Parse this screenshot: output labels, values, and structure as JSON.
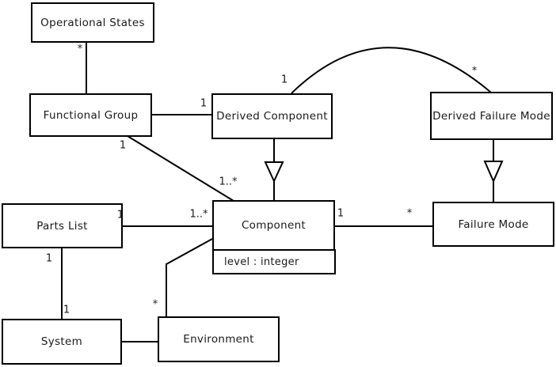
{
  "diagram": {
    "type": "uml-class-diagram",
    "background_color": "#ffffff",
    "line_color": "#000000",
    "box_fill": "#ffffff",
    "text_color": "#1a1a1a"
  },
  "classes": [
    {
      "name": "Operational States"
    },
    {
      "name": "Functional Group"
    },
    {
      "name": "Derived Component"
    },
    {
      "name": "Derived Failure Mode"
    },
    {
      "name": "Parts List"
    },
    {
      "name": "Component",
      "attributes": [
        "level : integer"
      ]
    },
    {
      "name": "Failure Mode"
    },
    {
      "name": "System"
    },
    {
      "name": "Environment"
    }
  ],
  "multiplicity_labels": [
    {
      "text": "*",
      "edge": "operational-states to functional-group",
      "near": "Operational States"
    },
    {
      "text": "1",
      "edge": "functional-group to derived-component",
      "near": "Derived Component"
    },
    {
      "text": "1",
      "edge": "functional-group to component",
      "near": "Functional Group"
    },
    {
      "text": "1..*",
      "edge": "functional-group to component",
      "near": "Component"
    },
    {
      "text": "1",
      "edge": "derived-component to derived-failure-mode",
      "near": "Derived Component"
    },
    {
      "text": "*",
      "edge": "derived-component to derived-failure-mode",
      "near": "Derived Failure Mode"
    },
    {
      "text": "1",
      "edge": "parts-list to component",
      "near": "Parts List"
    },
    {
      "text": "1..*",
      "edge": "parts-list to component",
      "near": "Component"
    },
    {
      "text": "1",
      "edge": "component to failure-mode",
      "near": "Component"
    },
    {
      "text": "*",
      "edge": "component to failure-mode",
      "near": "Failure Mode"
    },
    {
      "text": "1",
      "edge": "parts-list to system",
      "near": "Parts List"
    },
    {
      "text": "1",
      "edge": "parts-list to system",
      "near": "System"
    },
    {
      "text": "*",
      "edge": "environment to component",
      "near": "Environment"
    }
  ],
  "associations": [
    {
      "from": "Operational States",
      "to": "Functional Group",
      "kind": "association",
      "labels": [
        "*"
      ]
    },
    {
      "from": "Functional Group",
      "to": "Derived Component",
      "kind": "association",
      "labels": [
        "1"
      ]
    },
    {
      "from": "Functional Group",
      "to": "Component",
      "kind": "association",
      "labels": [
        "1",
        "1..*"
      ]
    },
    {
      "from": "Derived Component",
      "to": "Derived Failure Mode",
      "kind": "association-arc",
      "labels": [
        "1",
        "*"
      ]
    },
    {
      "from": "Derived Component",
      "to": "Component",
      "kind": "generalization"
    },
    {
      "from": "Derived Failure Mode",
      "to": "Failure Mode",
      "kind": "generalization"
    },
    {
      "from": "Parts List",
      "to": "Component",
      "kind": "association",
      "labels": [
        "1",
        "1..*"
      ]
    },
    {
      "from": "Component",
      "to": "Failure Mode",
      "kind": "association",
      "labels": [
        "1",
        "*"
      ]
    },
    {
      "from": "Parts List",
      "to": "System",
      "kind": "association",
      "labels": [
        "1",
        "1"
      ]
    },
    {
      "from": "System",
      "to": "Environment",
      "kind": "association"
    },
    {
      "from": "Environment",
      "to": "Component",
      "kind": "association",
      "labels": [
        "*"
      ]
    }
  ]
}
